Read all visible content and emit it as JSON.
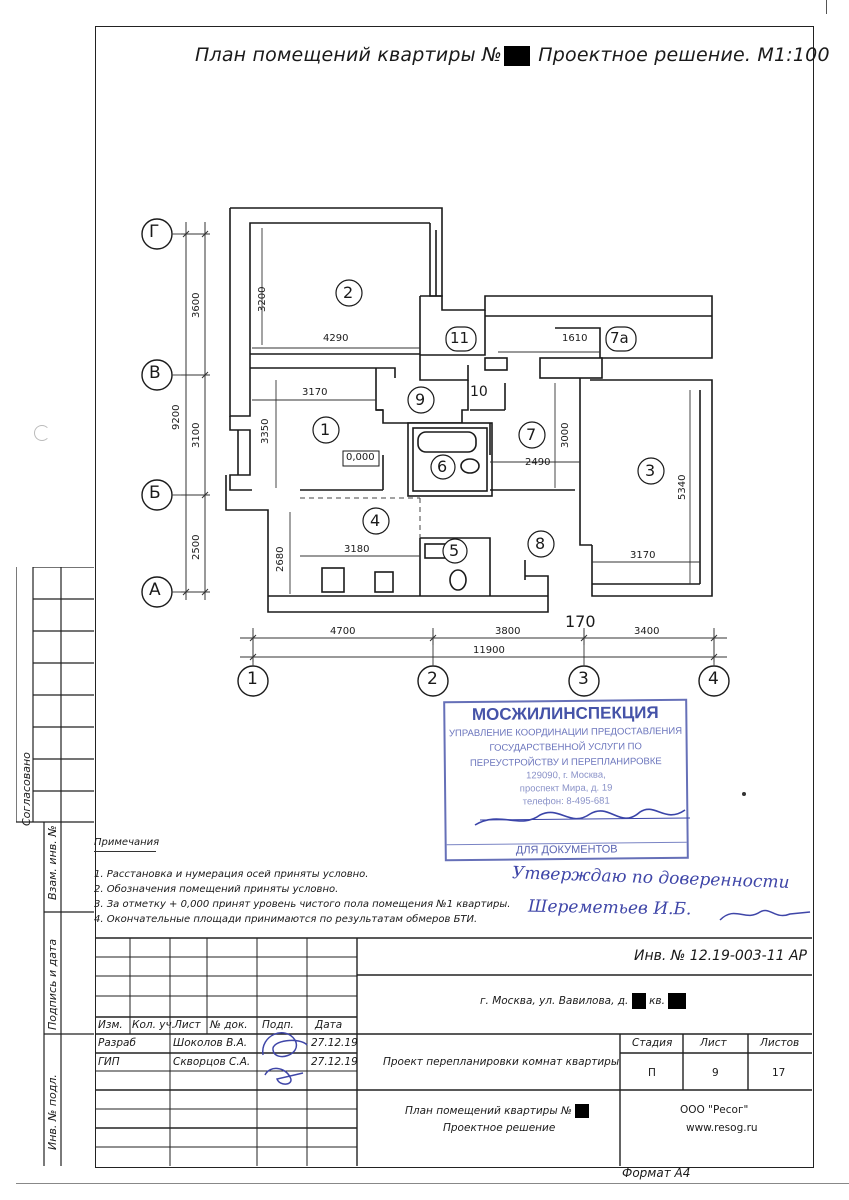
{
  "title": {
    "part1": "План помещений квартиры №",
    "part2": "Проектное решение. М1:100"
  },
  "axes": {
    "rows": [
      "Г",
      "В",
      "Б",
      "А"
    ],
    "cols": [
      "1",
      "2",
      "3",
      "4"
    ]
  },
  "dims": {
    "left_total": "9200",
    "left_segments": [
      "3600",
      "3100",
      "2500"
    ],
    "bottom_segments": [
      "4700",
      "3800",
      "3400"
    ],
    "bottom_total": "11900",
    "d170": "170",
    "r2_width": "4290",
    "r2_height": "3200",
    "r1_width": "3170",
    "r1_height": "3350",
    "r4_width": "3180",
    "r4_height": "2680",
    "r7_width": "2490",
    "r7_height": "3000",
    "r7a_width": "1610",
    "r3_width": "3170",
    "r3_height": "5340",
    "level": "0,000"
  },
  "rooms": [
    "1",
    "2",
    "3",
    "4",
    "5",
    "6",
    "7",
    "7а",
    "8",
    "9",
    "10",
    "11"
  ],
  "stamp": {
    "org": "МОСЖИЛИНСПЕКЦИЯ",
    "line1": "УПРАВЛЕНИЕ КООРДИНАЦИИ ПРЕДОСТАВЛЕНИЯ",
    "line2": "ГОСУДАРСТВЕННОЙ УСЛУГИ ПО",
    "line3": "ПЕРЕУСТРОЙСТВУ И ПЕРЕПЛАНИРОВКЕ",
    "line4": "129090, г. Москва,",
    "line5": "проспект Мира, д. 19",
    "line6": "телефон: 8-495-681",
    "footer": "ДЛЯ ДОКУМЕНТОВ"
  },
  "handwriting": {
    "line1": "Утверждаю по доверенности",
    "line2": "Шереметьев И.Б."
  },
  "notes": {
    "heading": "Примечания",
    "items": [
      "1. Расстановка и нумерация осей приняты условно.",
      "2. Обозначения помещений приняты условно.",
      "3. За отметку + 0,000 принят уровень чистого пола помещения №1 квартиры.",
      "4. Окончательные площади принимаются по результатам обмеров БТИ."
    ]
  },
  "side_labels": {
    "soglasovano": "Согласовано",
    "vzam": "Взам. инв. №",
    "podpis": "Подпись и дата",
    "inv_podl": "Инв. № подл."
  },
  "title_block": {
    "inv": "Инв. № 12.19-003-11 АР",
    "address_prefix": "г. Москва, ул. Вавилова, д.",
    "address_kv": "кв.",
    "headers": [
      "Изм.",
      "Кол. уч.",
      "Лист",
      "№ док.",
      "Подп.",
      "Дата"
    ],
    "rows": [
      {
        "role": "Разраб",
        "name": "Шоколов В.А.",
        "date": "27.12.19"
      },
      {
        "role": "ГИП",
        "name": "Скворцов С.А.",
        "date": "27.12.19"
      }
    ],
    "project": "Проект перепланировки комнат квартиры",
    "stage_label": "Стадия",
    "sheet_label": "Лист",
    "sheets_label": "Листов",
    "stage": "П",
    "sheet": "9",
    "sheets": "17",
    "plan_line1": "План помещений квартиры №",
    "plan_line2": "Проектное решение",
    "company": "ООО \"Ресог\"",
    "website": "www.resog.ru",
    "format": "Формат А4"
  }
}
